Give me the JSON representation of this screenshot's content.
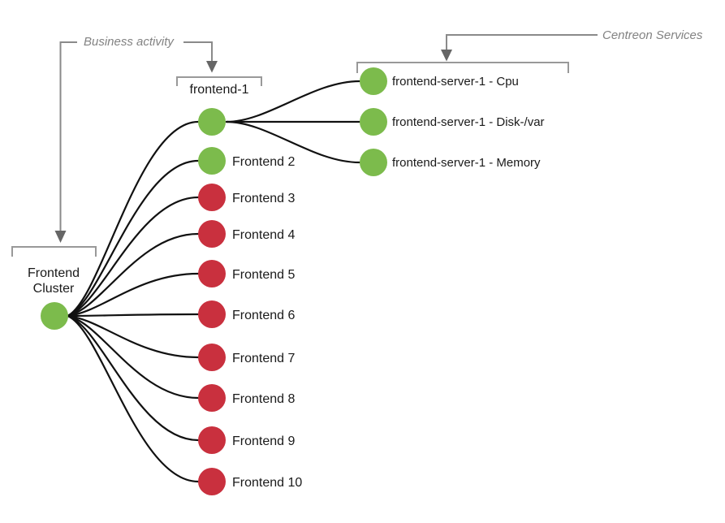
{
  "diagram": {
    "type": "business-activity-tree",
    "colors": {
      "ok": "#7CBB4C",
      "critical": "#C9303E",
      "edge": "#111111",
      "bracket": "#999999",
      "callout_line": "#8A8A8A",
      "arrowhead": "#666666",
      "callout_text": "#828282",
      "label_text": "#1A1A1A"
    },
    "annotations": {
      "business_activity": "Business activity",
      "centreon_services": "Centreon Services"
    },
    "root": {
      "label_line1": "Frontend",
      "label_line2": "Cluster",
      "status": "ok"
    },
    "middle_nodes": [
      {
        "label": "frontend-1",
        "status": "ok",
        "label_position": "bracket-top"
      },
      {
        "label": "Frontend 2",
        "status": "ok",
        "label_position": "right"
      },
      {
        "label": "Frontend 3",
        "status": "critical",
        "label_position": "right"
      },
      {
        "label": "Frontend 4",
        "status": "critical",
        "label_position": "right"
      },
      {
        "label": "Frontend 5",
        "status": "critical",
        "label_position": "right"
      },
      {
        "label": "Frontend 6",
        "status": "critical",
        "label_position": "right"
      },
      {
        "label": "Frontend 7",
        "status": "critical",
        "label_position": "right"
      },
      {
        "label": "Frontend 8",
        "status": "critical",
        "label_position": "right"
      },
      {
        "label": "Frontend 9",
        "status": "critical",
        "label_position": "right"
      },
      {
        "label": "Frontend 10",
        "status": "critical",
        "label_position": "right"
      }
    ],
    "service_nodes": [
      {
        "label": "frontend-server-1 - Cpu",
        "status": "ok"
      },
      {
        "label": "frontend-server-1 - Disk-/var",
        "status": "ok"
      },
      {
        "label": "frontend-server-1 - Memory",
        "status": "ok"
      }
    ]
  }
}
